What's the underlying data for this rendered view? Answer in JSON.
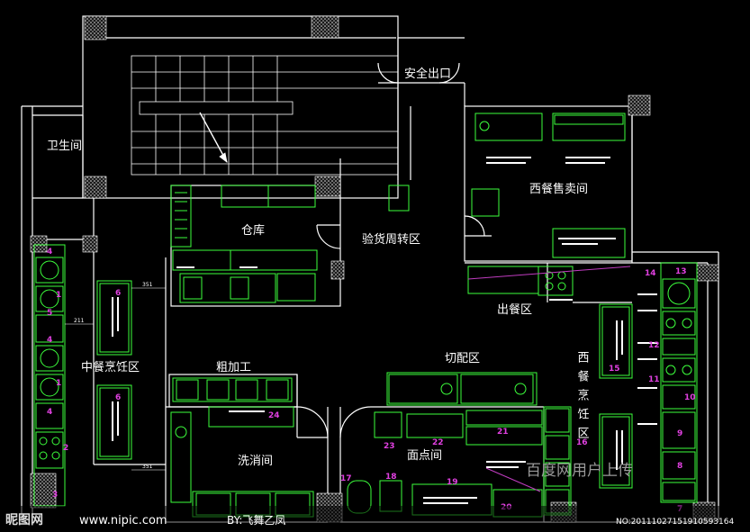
{
  "rooms": {
    "safety_exit": "安全出口",
    "toilet": "卫生间",
    "storage": "仓库",
    "receiving": "验货周转区",
    "western_sales": "西餐售卖间",
    "serving": "出餐区",
    "chinese_cooking": "中餐烹饪区",
    "rough_processing": "粗加工",
    "cutting": "切配区",
    "western_cooking": "西餐烹饪区",
    "washing": "洗消间",
    "pastry": "面点间"
  },
  "dimensions": {
    "d1": "351",
    "d2": "211",
    "d3": "351"
  },
  "equipment_numbers": [
    "1",
    "2",
    "3",
    "4",
    "5",
    "6",
    "7",
    "8",
    "9",
    "10",
    "11",
    "12",
    "13",
    "14",
    "15",
    "16",
    "17",
    "18",
    "19",
    "20",
    "21",
    "22",
    "23",
    "24"
  ],
  "watermark": {
    "site_logo": "昵图网",
    "site_url": "www.nipic.com",
    "author": "BY:飞舞乙凤",
    "image_no": "NO:20111027151910593164",
    "upload_note": "百度网用户上传"
  },
  "colors": {
    "wall": "#ffffff",
    "equipment": "#3cff3c",
    "numbers": "#e040e0",
    "hatch": "#d9d9d9",
    "background": "#000000"
  }
}
